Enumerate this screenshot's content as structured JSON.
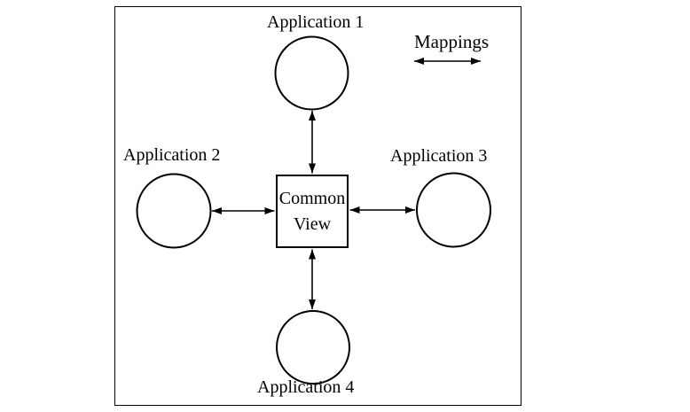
{
  "diagram": {
    "center_box": {
      "line1": "Common",
      "line2": "View"
    },
    "nodes": [
      {
        "label": "Application 1",
        "shape": "circle",
        "position": "top"
      },
      {
        "label": "Application 2",
        "shape": "circle",
        "position": "left"
      },
      {
        "label": "Application 3",
        "shape": "circle",
        "position": "right"
      },
      {
        "label": "Application 4",
        "shape": "circle",
        "position": "bottom"
      }
    ],
    "legend": {
      "label": "Mappings",
      "symbol": "double-headed-arrow"
    },
    "colors": {
      "line": "#000000",
      "background": "#ffffff"
    }
  }
}
